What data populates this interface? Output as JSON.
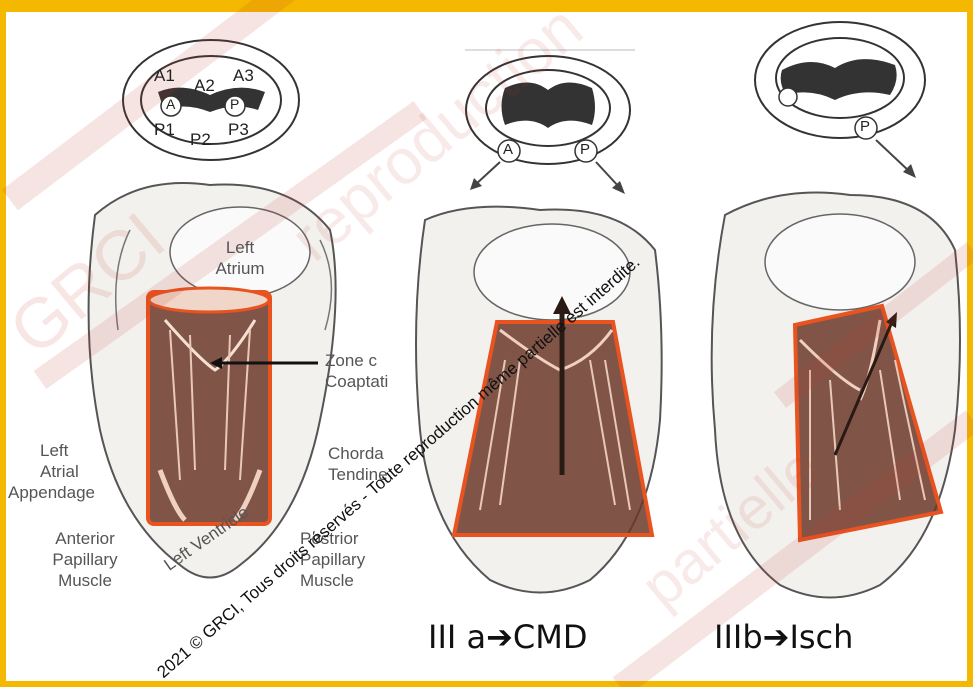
{
  "colors": {
    "border": "#F5B800",
    "highlight_box": "#E8531F",
    "chamber_fill": "#6B3A2A",
    "watermark_red": "#C0392B",
    "ink": "#333333"
  },
  "panels": {
    "left": {
      "valve_labels": [
        "A1",
        "A2",
        "A3",
        "A",
        "P",
        "P1",
        "P2",
        "P3"
      ],
      "anatomy_labels": {
        "left_atrium": [
          "Left",
          "Atrium"
        ],
        "zone_coaptation": [
          "Zone c",
          "Coaptati"
        ],
        "chordae": [
          "Chorda",
          "Tendine"
        ],
        "left_atrial_appendage": [
          "Left",
          "Atrial",
          "Appendage"
        ],
        "anterior_papillary": [
          "Anterior",
          "Papillary",
          "Muscle"
        ],
        "posterior_papillary": [
          "Postrior",
          "Papillary",
          "Muscle"
        ],
        "left_ventricle": "Left Ventricle"
      }
    },
    "middle": {
      "valve_labels": [
        "A",
        "P"
      ],
      "caption": "III a➔CMD"
    },
    "right": {
      "valve_labels": [
        "P"
      ],
      "caption": "IIIb➔Isch"
    }
  },
  "watermark": {
    "diagonal_text": "2021 © GRCI, Tous droits réservés - Toute reproduction même partielle est interdite.",
    "faint_words": [
      "GRCI",
      "reproduction",
      "partielle"
    ]
  }
}
